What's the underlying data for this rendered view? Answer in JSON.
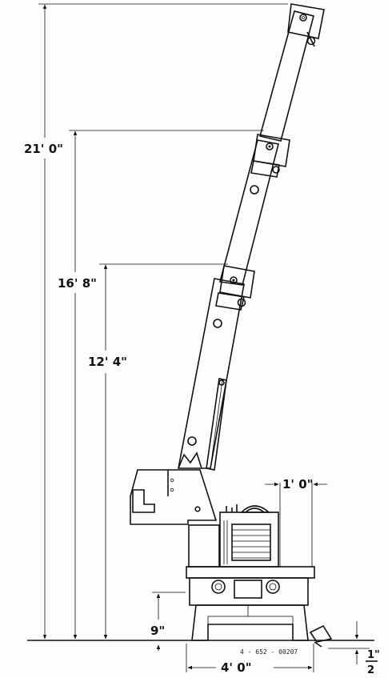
{
  "dimensions": {
    "max_height": "21' 0\"",
    "mid_height": "16' 8\"",
    "min_height": "12' 4\"",
    "overhang": "1' 0\"",
    "base_height": "9\"",
    "width": "4' 0\"",
    "clearance_whole": "1\"",
    "clearance_fraction": "2"
  },
  "drawing_number": "4 - 652 - 00207"
}
